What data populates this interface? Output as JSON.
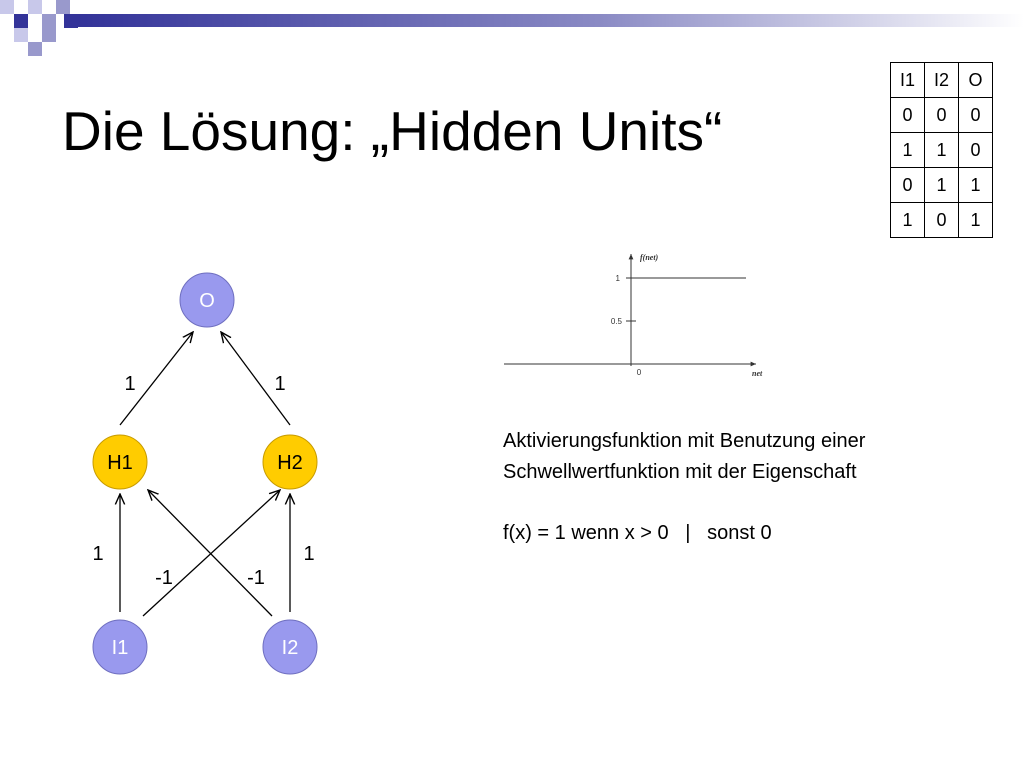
{
  "title": "Die Lösung: „Hidden Units“",
  "truth_table": {
    "headers": [
      "I1",
      "I2",
      "O"
    ],
    "rows": [
      [
        "0",
        "0",
        "0"
      ],
      [
        "1",
        "1",
        "0"
      ],
      [
        "0",
        "1",
        "1"
      ],
      [
        "1",
        "0",
        "1"
      ]
    ]
  },
  "network": {
    "nodes": {
      "output": "O",
      "hidden1": "H1",
      "hidden2": "H2",
      "input1": "I1",
      "input2": "I2"
    },
    "weights": {
      "h1_o": "1",
      "h2_o": "1",
      "i1_h1": "1",
      "i2_h2": "1",
      "i1_h2": "-1",
      "i2_h1": "-1"
    },
    "colors": {
      "input_output": "#9999ee",
      "hidden": "#ffcc00",
      "node_text": "#ffffff",
      "hidden_text": "#000000"
    }
  },
  "step_plot": {
    "y_axis_label": "f(net)",
    "x_axis_label": "net",
    "y_ticks": [
      "1",
      "0.5"
    ],
    "x_tick": "0"
  },
  "description": {
    "line1": "Aktivierungsfunktion mit Benutzung einer",
    "line2": "Schwellwertfunktion mit der Eigenschaft",
    "formula": "f(x) = 1 wenn x > 0   |   sonst 0"
  },
  "theme": {
    "decoration_dark": "#333399",
    "decoration_mid": "#9999cc",
    "decoration_light": "#ccccee"
  }
}
